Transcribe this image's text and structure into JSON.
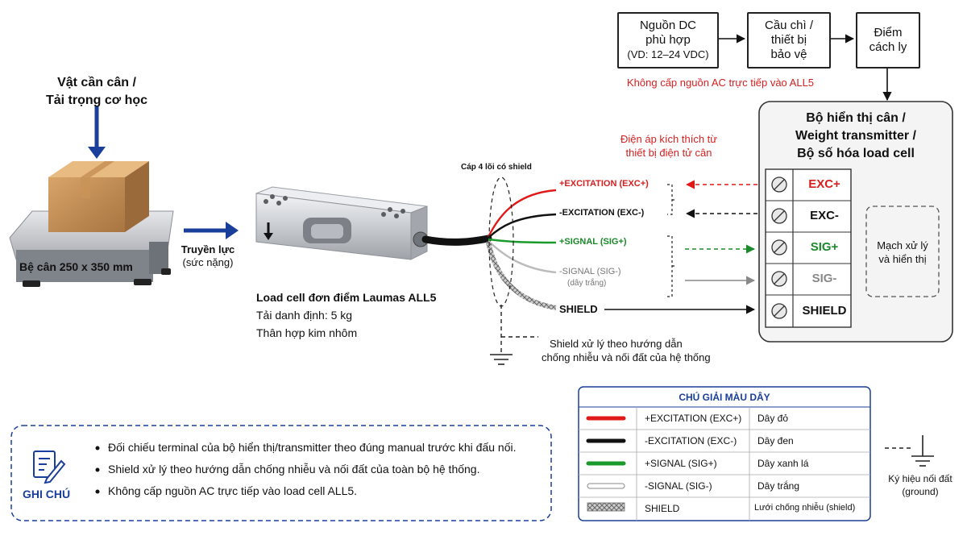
{
  "power_chain": {
    "dc_source": [
      "Nguồn DC",
      "phù hợp",
      "(VD: 12–24 VDC)"
    ],
    "fuse": [
      "Cầu chì /",
      "thiết bị",
      "bảo vệ"
    ],
    "isolation": [
      "Điểm",
      "cách ly"
    ],
    "warning": "Không cấp nguồn AC trực tiếp vào ALL5"
  },
  "load": {
    "title_line1": "Vật cần cân /",
    "title_line2": "Tải trọng cơ học",
    "platform_label": "Bệ cân 250 x 350 mm",
    "force_line1": "Truyền lực",
    "force_line2": "(sức nặng)"
  },
  "loadcell": {
    "name": "Load cell đơn điểm Laumas ALL5",
    "rated_load": "Tải danh định: 5 kg",
    "material": "Thân hợp kim nhôm"
  },
  "cable": {
    "label": "Cáp 4 lõi có shield",
    "wires": [
      {
        "label": "+EXCITATION (EXC+)",
        "color": "#e01818"
      },
      {
        "label": "-EXCITATION (EXC-)",
        "color": "#111111"
      },
      {
        "label": "+SIGNAL (SIG+)",
        "color": "#1a9a2a"
      },
      {
        "label": "-SIGNAL (SIG-)",
        "sublabel": "(dây trắng)",
        "color": "#bbbbbb"
      },
      {
        "label": "SHIELD",
        "color": "#555555"
      }
    ],
    "excitation_note_line1": "Điện áp kích thích từ",
    "excitation_note_line2": "thiết bị điện tử cân",
    "shield_note_line1": "Shield xử lý theo hướng dẫn",
    "shield_note_line2": "chống nhiễu và nối đất của hệ thống"
  },
  "indicator": {
    "title_line1": "Bộ hiển thị cân /",
    "title_line2": "Weight transmitter /",
    "title_line3": "Bộ số hóa load cell",
    "terminals": [
      {
        "label": "EXC+",
        "color": "#d61f1f"
      },
      {
        "label": "EXC-",
        "color": "#111111"
      },
      {
        "label": "SIG+",
        "color": "#1a8a2a"
      },
      {
        "label": "SIG-",
        "color": "#888888"
      },
      {
        "label": "SHIELD",
        "color": "#111111"
      }
    ],
    "processing_line1": "Mạch xử lý",
    "processing_line2": "và hiển thị"
  },
  "notes": {
    "heading": "GHI CHÚ",
    "items": [
      "Đối chiếu terminal của bộ hiển thị/transmitter theo đúng manual trước khi đấu nối.",
      "Shield xử lý theo hướng dẫn chống nhiễu và nối đất của toàn bộ hệ thống.",
      "Không cấp nguồn AC trực tiếp vào load cell ALL5."
    ]
  },
  "legend": {
    "title": "CHÚ GIẢI MÀU DÂY",
    "rows": [
      {
        "signal": "+EXCITATION (EXC+)",
        "color_name": "Dây đỏ",
        "color": "#e01818"
      },
      {
        "signal": "-EXCITATION (EXC-)",
        "color_name": "Dây đen",
        "color": "#111111"
      },
      {
        "signal": "+SIGNAL  (SIG+)",
        "color_name": "Dây xanh lá",
        "color": "#1a9a2a"
      },
      {
        "signal": "-SIGNAL  (SIG-)",
        "color_name": "Dây trắng",
        "color": "#ffffff"
      },
      {
        "signal": "SHIELD",
        "color_name": "Lưới chống nhiễu (shield)",
        "color": "#999999"
      }
    ]
  },
  "ground_symbol": {
    "line1": "Ký hiệu nối đất",
    "line2": "(ground)"
  },
  "colors": {
    "accent_blue": "#1a3f9a",
    "warning_red": "#d61f1f"
  }
}
